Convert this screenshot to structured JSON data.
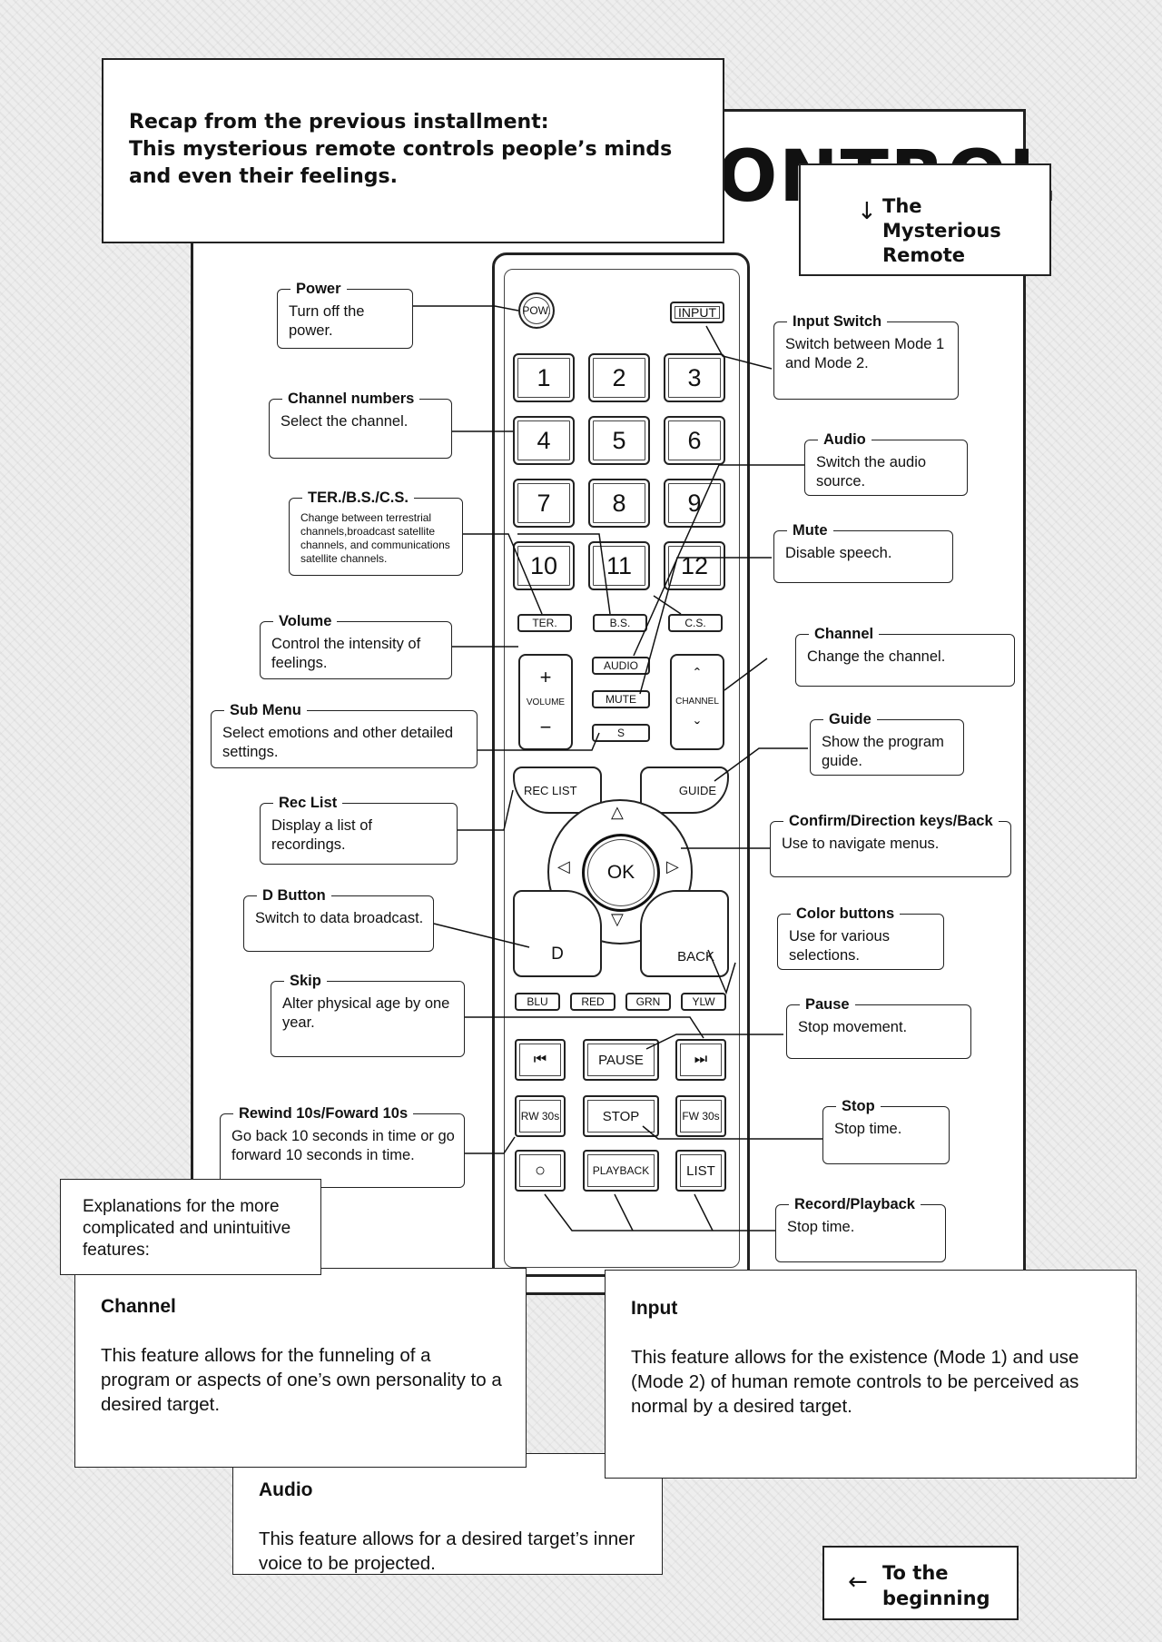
{
  "header": {
    "recap_line1": "Recap from the previous installment:",
    "recap_line2": "This mysterious remote controls people’s minds and even their feelings.",
    "title_partial": "ONTROL",
    "mysterious_arrow": "↓",
    "mysterious_label": "The Mysterious Remote"
  },
  "remote": {
    "power": "POW.",
    "input": "INPUT",
    "numbers": [
      "1",
      "2",
      "3",
      "4",
      "5",
      "6",
      "7",
      "8",
      "9",
      "10",
      "11",
      "12"
    ],
    "ter": "TER.",
    "bs": "B.S.",
    "cs": "C.S.",
    "vol_plus": "+",
    "volume": "VOLUME",
    "vol_minus": "−",
    "audio": "AUDIO",
    "mute": "MUTE",
    "s": "S",
    "ch_up": "ˆ",
    "channel": "CHANNEL",
    "ch_down": "ˇ",
    "rec_list": "REC LIST",
    "guide": "GUIDE",
    "ok": "OK",
    "up": "△",
    "down": "▽",
    "left": "◁",
    "right": "▷",
    "d": "D",
    "back": "BACK",
    "blu": "BLU",
    "red": "RED",
    "grn": "GRN",
    "ylw": "YLW",
    "skip_back": "⏮",
    "pause": "PAUSE",
    "skip_fwd": "⏭",
    "rw": "RW 30s",
    "stop": "STOP",
    "fw": "FW 30s",
    "record": "○",
    "playback": "PLAYBACK",
    "list": "LIST"
  },
  "callouts": {
    "power": {
      "title": "Power",
      "body": "Turn off the power."
    },
    "channel_numbers": {
      "title": "Channel numbers",
      "body": "Select the channel."
    },
    "ter_bs_cs": {
      "title": "TER./B.S./C.S.",
      "body": "Change between terrestrial channels,broadcast satellite channels, and communications satellite channels."
    },
    "volume": {
      "title": "Volume",
      "body": "Control the intensity of feelings."
    },
    "sub_menu": {
      "title": "Sub Menu",
      "body": "Select emotions and other detailed settings."
    },
    "rec_list": {
      "title": "Rec List",
      "body": "Display a list of recordings."
    },
    "d_button": {
      "title": "D Button",
      "body": "Switch to data broadcast."
    },
    "skip": {
      "title": "Skip",
      "body": "Alter physical age by one year."
    },
    "rewind": {
      "title": "Rewind 10s/Foward 10s",
      "body": "Go back 10 seconds in time or go forward 10 seconds in time."
    },
    "input_switch": {
      "title": "Input Switch",
      "body": "Switch between Mode 1 and Mode 2."
    },
    "audio": {
      "title": "Audio",
      "body": "Switch the audio source."
    },
    "mute": {
      "title": "Mute",
      "body": "Disable speech."
    },
    "channel": {
      "title": "Channel",
      "body": "Change the channel."
    },
    "guide": {
      "title": "Guide",
      "body": "Show the program guide."
    },
    "confirm": {
      "title": "Confirm/Direction keys/Back",
      "body": "Use to navigate menus."
    },
    "color": {
      "title": "Color buttons",
      "body": "Use for various selections."
    },
    "pause": {
      "title": "Pause",
      "body": "Stop movement."
    },
    "stop": {
      "title": "Stop",
      "body": "Stop time."
    },
    "record": {
      "title": "Record/Playback",
      "body": "Stop time."
    }
  },
  "explanations": {
    "heading": "Explanations for the more complicated and unintuitive features:",
    "channel_title": "Channel",
    "channel_body": "This feature allows for the funneling of a program or aspects of one’s own personality to a desired target.",
    "input_title": "Input",
    "input_body": "This feature allows for the existence (Mode 1) and use (Mode 2) of human remote controls to be perceived as normal by a desired target.",
    "audio_title": "Audio",
    "audio_body": "This feature allows for a desired target’s inner voice to be projected."
  },
  "nav": {
    "back_arrow": "←",
    "back_label": "To the beginning"
  }
}
